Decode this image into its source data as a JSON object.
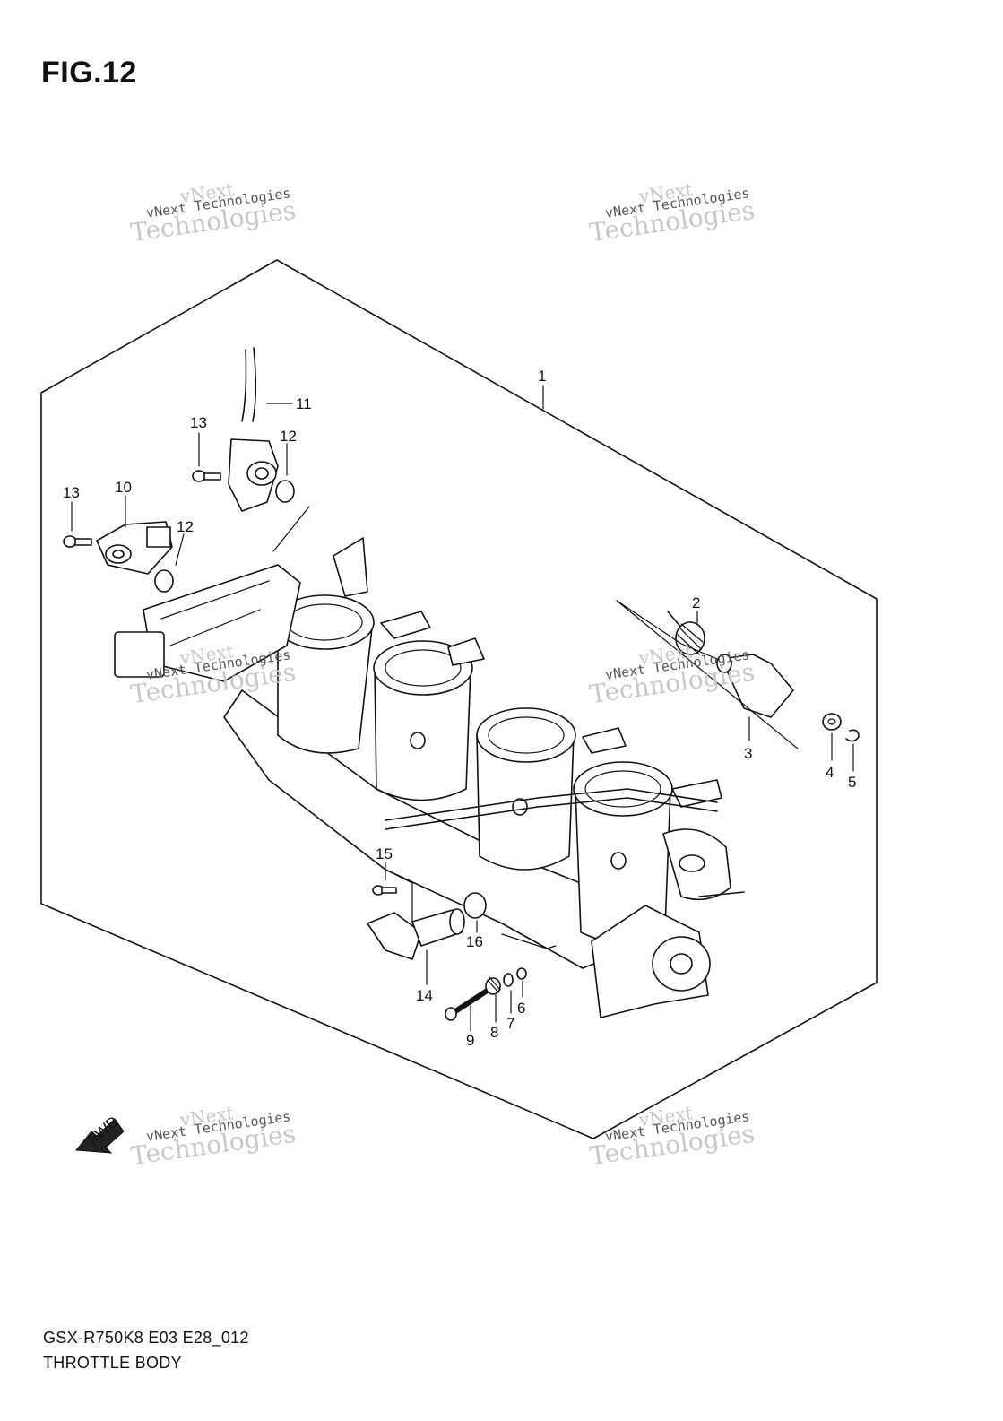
{
  "figure": {
    "title": "FIG.12",
    "model": "GSX-R750K8 E03 E28_012",
    "name": "THROTTLE BODY"
  },
  "watermark": {
    "line1": "vNext",
    "line2": "vNext Technologies",
    "line3": "Technologies"
  },
  "fwd_label": "FWD",
  "callouts": {
    "c1": "1",
    "c2": "2",
    "c3": "3",
    "c4": "4",
    "c5": "5",
    "c6": "6",
    "c7": "7",
    "c8": "8",
    "c9": "9",
    "c10": "10",
    "c11": "11",
    "c12a": "12",
    "c12b": "12",
    "c13a": "13",
    "c13b": "13",
    "c14": "14",
    "c15": "15",
    "c16": "16"
  }
}
